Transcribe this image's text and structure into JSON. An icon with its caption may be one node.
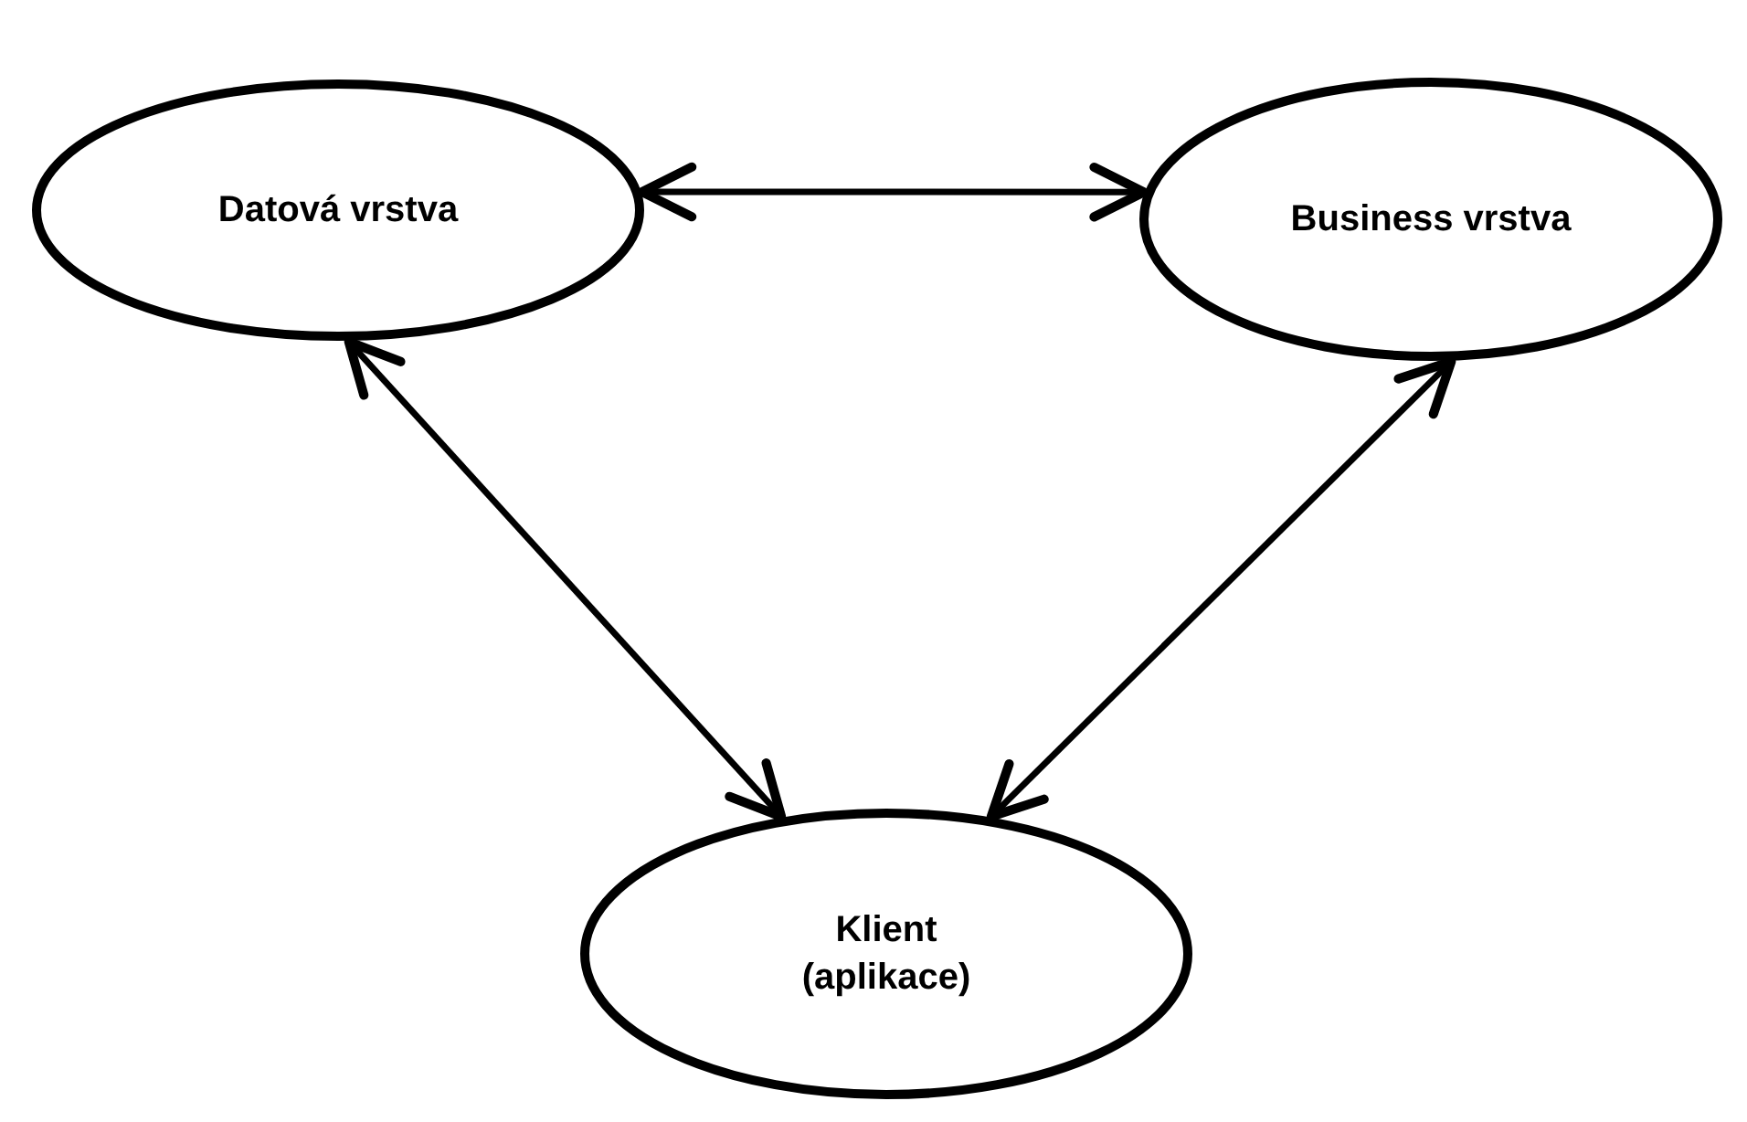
{
  "diagram": {
    "nodes": [
      {
        "text": [
          "Datová vrstva"
        ]
      },
      {
        "text": [
          "Business vrstva"
        ]
      },
      {
        "text": [
          "Klient (aplikace)"
        ]
      }
    ],
    "edges": [
      {
        "from": 0,
        "to": 1,
        "arrow": "both"
      },
      {
        "from": 0,
        "to": 2,
        "arrow": "both"
      },
      {
        "from": 1,
        "to": 2,
        "arrow": "both"
      }
    ]
  }
}
